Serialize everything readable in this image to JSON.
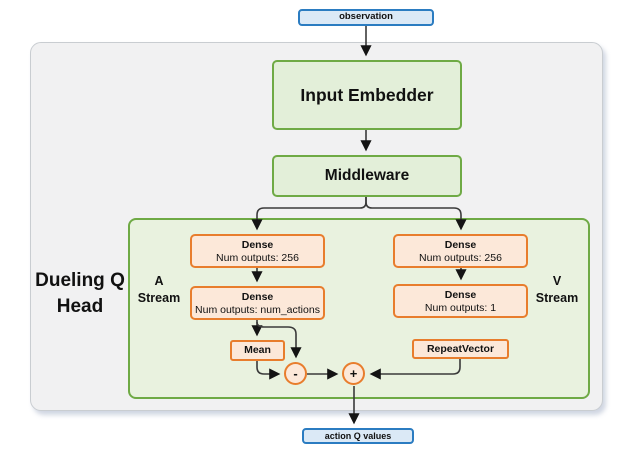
{
  "nodes": {
    "observation": {
      "label": "observation"
    },
    "input_embedder": {
      "label": "Input Embedder"
    },
    "middleware": {
      "label": "Middleware"
    },
    "dense_a_1": {
      "title": "Dense",
      "detail": "Num outputs: 256"
    },
    "dense_a_2": {
      "title": "Dense",
      "detail": "Num outputs: num_actions"
    },
    "dense_v_1": {
      "title": "Dense",
      "detail": "Num outputs: 256"
    },
    "dense_v_2": {
      "title": "Dense",
      "detail": "Num outputs: 1"
    },
    "mean": {
      "label": "Mean"
    },
    "repeat_vector": {
      "label": "RepeatVector"
    },
    "minus_junction": {
      "label": "-"
    },
    "plus_junction": {
      "label": "+"
    },
    "action_q_values": {
      "label": "action Q values"
    }
  },
  "labels": {
    "dueling_q_head": {
      "line1": "Dueling Q",
      "line2": "Head"
    },
    "a_stream": {
      "line1": "A",
      "line2": "Stream"
    },
    "v_stream": {
      "line1": "V",
      "line2": "Stream"
    }
  },
  "colors": {
    "blue-border": "#2b7cc1",
    "blue-fill": "#dbe9f6",
    "green-border": "#6faa45",
    "green-fill": "#e3efd9",
    "green-panel-fill": "#e9f2df",
    "orange-border": "#e87d2d",
    "orange-fill": "#fce8d9",
    "gray-panel-fill": "#f1f1f2",
    "gray-panel-border": "#c9cdd1",
    "line-color": "#3a3a3a"
  }
}
